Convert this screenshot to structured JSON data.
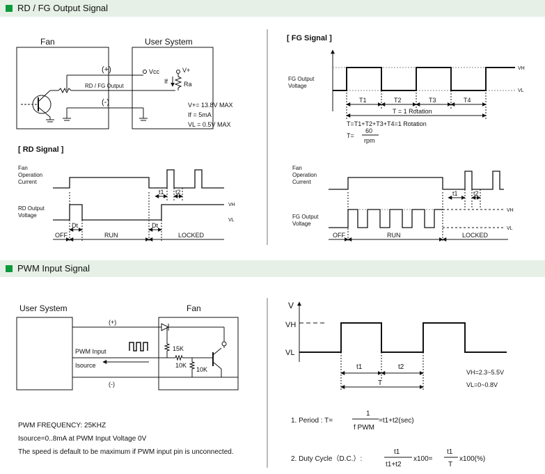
{
  "sections": {
    "rdfg_title": "RD / FG Output Signal",
    "pwm_title": "PWM Input Signal"
  },
  "colors": {
    "accent": "#0a9a3a",
    "header_bg": "#e6f0e6"
  },
  "output_circuit": {
    "fan_label": "Fan",
    "user_label": "User System",
    "plus": "(+)",
    "minus": "(-)",
    "vcc": "Vcc",
    "vplus": "V+",
    "if": "If",
    "ra": "Ra",
    "rdfg_output": "RD / FG Output",
    "spec_v": "V+= 13.8V MAX",
    "spec_if": "If   = 5mA",
    "spec_vl": "VL = 0.5V MAX"
  },
  "rd_signal": {
    "title": "[ RD Signal ]",
    "current_l1": "Fan",
    "current_l2": "Operation",
    "current_l3": "Current",
    "out_l1": "RD Output",
    "out_l2": "Voltage",
    "t1": "t1",
    "t2": "t2",
    "vh": "VH",
    "vl": "VL",
    "dt1": "Dt",
    "dt2": "Dt",
    "off": "OFF",
    "run": "RUN",
    "locked": "LOCKED"
  },
  "fg_signal": {
    "title": "[ FG Signal ]",
    "out_l1": "FG Output",
    "out_l2": "Voltage",
    "vh": "VH",
    "vl": "VL",
    "T1": "T1",
    "T2": "T2",
    "T3": "T3",
    "T4": "T4",
    "rotation": "T = 1 Rotation",
    "formula1": "T=T1+T2+T3+T4=1 Rotation",
    "formula2_lhs": "T=",
    "formula2_num": "60",
    "formula2_den": "rpm"
  },
  "fg_lower": {
    "current_l1": "Fan",
    "current_l2": "Operation",
    "current_l3": "Current",
    "out_l1": "FG Output",
    "out_l2": "Voltage",
    "t1": "t1",
    "t2": "t2",
    "vh": "VH",
    "vl": "VL",
    "off": "OFF",
    "run": "RUN",
    "locked": "LOCKED"
  },
  "pwm_circuit": {
    "user_label": "User System",
    "fan_label": "Fan",
    "plus": "(+)",
    "minus": "(-)",
    "pwm_input": "PWM Input",
    "isource": "Isource",
    "r15k": "15K",
    "r10k": "10K",
    "r10k2": "10K"
  },
  "pwm_notes": {
    "freq": "PWM FREQUENCY: 25KHZ",
    "isource": "Isource=0..8mA at PWM Input Voltage 0V",
    "default": "The speed is default to be maximum if PWM input pin is unconnected."
  },
  "pwm_wave": {
    "v": "V",
    "vh": "VH",
    "vl": "VL",
    "t1": "t1",
    "t2": "t2",
    "T": "T",
    "vh_range": "VH=2.3~5.5V",
    "vl_range": "VL=0~0.8V"
  },
  "formulas": {
    "period_label": "1. Period : T=",
    "period_num": "1",
    "period_den": "f PWM",
    "period_rhs": "=t1+t2(sec)",
    "duty_label": "2. Duty Cycle（D.C.）:",
    "duty_num1": "t1",
    "duty_den1": "t1+t2",
    "duty_mid": "x100=",
    "duty_num2": "t1",
    "duty_den2": "T",
    "duty_rhs": "x100(%)"
  }
}
